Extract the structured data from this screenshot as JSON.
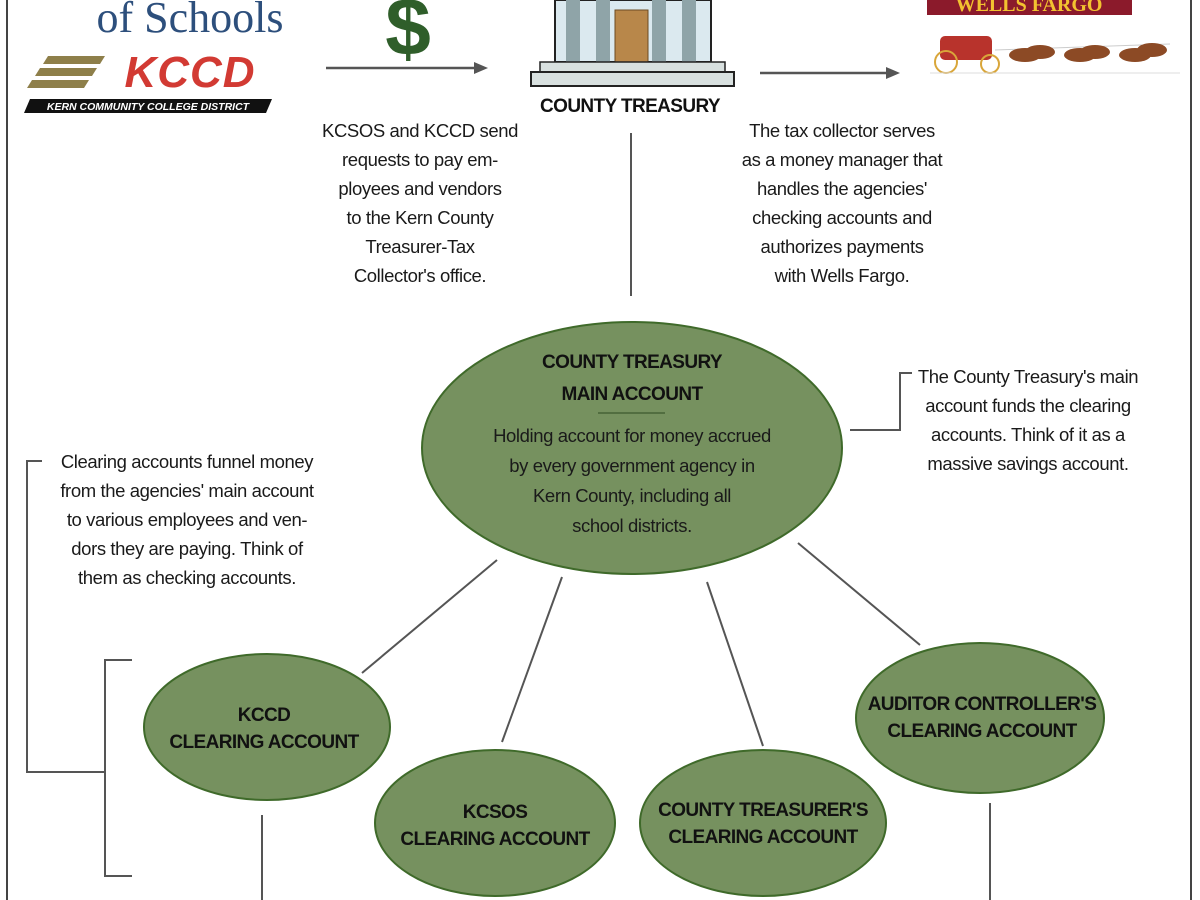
{
  "colors": {
    "ellipse_fill": "#76915f",
    "ellipse_stroke": "#3f6a2a",
    "dollar": "#2f5e2a",
    "kccd_red": "#d23a33",
    "kccd_gold": "#8e7f4a",
    "wells_red": "#8b1a2b",
    "wells_gold": "#f2c230"
  },
  "logos": {
    "kcsos_partial": "of Schools",
    "kccd": "KCCD",
    "kccd_sub": "KERN COMMUNITY COLLEGE DISTRICT",
    "dollar": "$",
    "wells_fargo": "WELLS FARGO"
  },
  "treasury_label": "COUNTY TREASURY",
  "caption_left": [
    "KCSOS and KCCD send",
    "requests to pay em-",
    "ployees and vendors",
    "to the Kern County",
    "Treasurer-Tax",
    "Collector's office."
  ],
  "caption_right": [
    "The tax collector serves",
    "as a money manager that",
    "handles the agencies'",
    "checking accounts and",
    "authorizes payments",
    "with Wells Fargo."
  ],
  "main_account": {
    "title": [
      "COUNTY TREASURY",
      "MAIN ACCOUNT"
    ],
    "body": [
      "Holding account for money accrued",
      "by every government agency in",
      "Kern County, including all",
      "school districts."
    ]
  },
  "note_main": [
    "The County Treasury's main",
    "account funds the clearing",
    "accounts. Think of it as a",
    "massive savings account."
  ],
  "note_clearing": [
    "Clearing accounts funnel money",
    "from the agencies' main account",
    "to various employees and ven-",
    "dors they are paying. Think of",
    "them as checking accounts."
  ],
  "clearing_accounts": [
    {
      "lines": [
        "KCCD",
        "CLEARING ACCOUNT"
      ]
    },
    {
      "lines": [
        "KCSOS",
        "CLEARING ACCOUNT"
      ]
    },
    {
      "lines": [
        "COUNTY TREASURER'S",
        "CLEARING ACCOUNT"
      ]
    },
    {
      "lines": [
        "AUDITOR CONTROLLER'S",
        "CLEARING ACCOUNT"
      ]
    }
  ]
}
